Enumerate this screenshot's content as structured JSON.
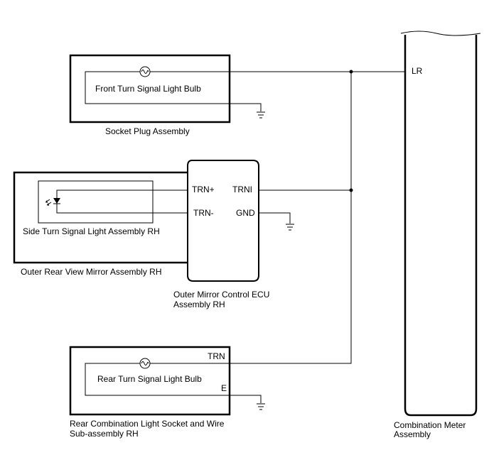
{
  "labels": {
    "front_bulb": "Front Turn  Signal Light Bulb",
    "socket_plug": "Socket Plug Assembly",
    "side_assembly": "Side Turn Signal Light Assembly RH",
    "mirror_assembly": "Outer Rear View Mirror Assembly RH",
    "ecu_line1": "Outer Mirror Control ECU",
    "ecu_line2": "Assembly RH",
    "rear_bulb": "Rear Turn  Signal Light Bulb",
    "rear_socket_line1": "Rear Combination Light Socket and Wire",
    "rear_socket_line2": "Sub-assembly RH",
    "meter_line1": "Combination Meter",
    "meter_line2": "Assembly"
  },
  "pins": {
    "trn_plus": "TRN+",
    "trn_minus": "TRN-",
    "trni": "TRNI",
    "gnd": "GND",
    "lr": "LR",
    "trn": "TRN",
    "e": "E"
  },
  "symbols": {
    "bulb": "bulb-icon",
    "led": "led-icon",
    "ground": "ground-icon",
    "junction": "junction-dot"
  }
}
